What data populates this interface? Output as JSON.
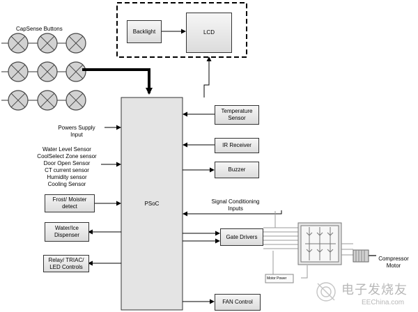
{
  "capsense": {
    "title": "CapSense Buttons"
  },
  "display": {
    "backlight": "Backlight",
    "lcd": "LCD"
  },
  "psoc": {
    "label": "PSoC"
  },
  "left_inputs": {
    "power": "Powers Supply\nInput",
    "sensors": "Water Level Sensor\nCoolSelect Zone sensor\nDoor Open Sensor\nCT current sensor\nHumidity sensor\nCooling Sensor"
  },
  "left_blocks": {
    "frost": "Frost/ Moister\ndetect",
    "water": "Water/Ice\nDispenser",
    "relay": "Relay/ TRIAC/\nLED Controls"
  },
  "right_blocks": {
    "temperature": "Temperature\nSensor",
    "ir": "IR Receiver",
    "buzzer": "Buzzer",
    "signal": "Signal Conditioning\nInputs",
    "gate": "Gate Drivers",
    "fan": "FAN Control"
  },
  "power_stage": {
    "motor_power": "Motor Power",
    "compressor": "Compressor\nMotor"
  },
  "watermark": {
    "cn": "电子发烧友",
    "en": "EEChina.com"
  }
}
